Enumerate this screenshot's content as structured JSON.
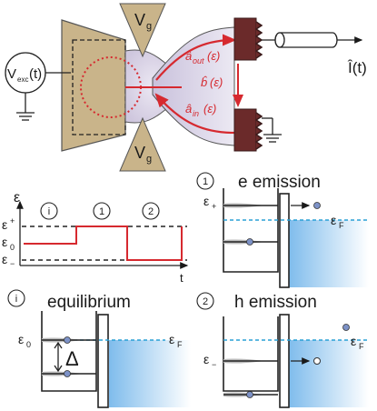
{
  "colors": {
    "gate": "#c9b48a",
    "electrode": "#c7b288",
    "dot_fill": "#d9d3e6",
    "red": "#d6292f",
    "reservoir_dark": "#6b2a2a",
    "fermi_line": "#2aa0d6",
    "fermi_fill": "#8ec6ef",
    "level_marker": "#7d92c7"
  },
  "schematic": {
    "source_label": "V",
    "source_sub": "exc",
    "source_arg": "(t)",
    "gate_top_label": "V",
    "gate_top_sub": "g",
    "gate_bottom_label": "V",
    "gate_bottom_sub": "g",
    "a_out": "â",
    "a_out_sub": "out",
    "a_out_arg": "(ε)",
    "b_hat": "b̂",
    "b_arg": "(ε)",
    "a_in": "â",
    "a_in_sub": "in",
    "a_in_arg": "(ε)",
    "current_label": "Î(t)"
  },
  "drive": {
    "y_axis": "ε",
    "x_axis": "t",
    "levels": {
      "plus": "ε",
      "plus_sub": "+",
      "zero": "ε",
      "zero_sub": "0",
      "minus": "ε",
      "minus_sub": "−"
    },
    "phases": [
      "i",
      "1",
      "2"
    ]
  },
  "panels": {
    "e_emission": {
      "marker": "1",
      "title": "e emission",
      "level": "ε",
      "level_sub": "+",
      "fermi": "ε",
      "fermi_sub": "F"
    },
    "equilibrium": {
      "marker": "i",
      "title": "equilibrium",
      "level": "ε",
      "level_sub": "0",
      "gap": "Δ",
      "fermi": "ε",
      "fermi_sub": "F"
    },
    "h_emission": {
      "marker": "2",
      "title": "h emission",
      "level": "ε",
      "level_sub": "−",
      "fermi": "ε",
      "fermi_sub": "F"
    }
  }
}
